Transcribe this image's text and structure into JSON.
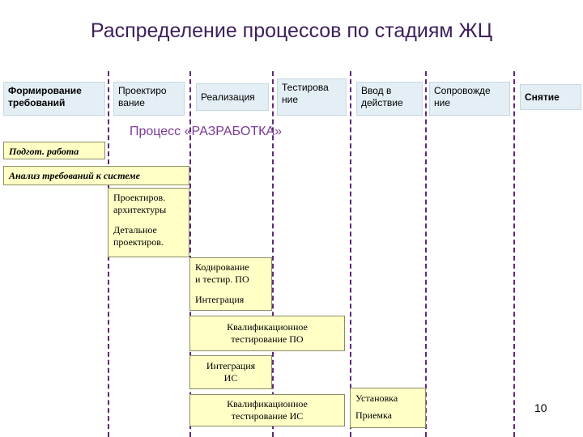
{
  "title": "Распределение процессов по стадиям ЖЦ",
  "stages": [
    {
      "line1": "Формирование",
      "line2": "требований"
    },
    {
      "line1": "Проектиро",
      "line2": "вание"
    },
    {
      "line1": "Реализация",
      "line2": ""
    },
    {
      "line1": "Тестирова",
      "line2": "ние"
    },
    {
      "line1": "Ввод в",
      "line2": "действие"
    },
    {
      "line1": "Сопровожде",
      "line2": "ние"
    },
    {
      "line1": "Снятие",
      "line2": ""
    }
  ],
  "process_label": "Процесс «РАЗРАБОТКА»",
  "tasks": {
    "prep": "Подгот. работа",
    "analysis": "Анализ требований к системе",
    "arch": {
      "line1": "Проектиров.",
      "line2": "архитектуры"
    },
    "detail": {
      "line1": "Детальное",
      "line2": "проектиров."
    },
    "coding": {
      "line1": "Кодирование",
      "line2": "и тестир. ПО"
    },
    "integration": "Интеграция",
    "qual_sw": {
      "line1": "Квалификационное",
      "line2": "тестирование ПО"
    },
    "integ_is": {
      "line1": "Интеграция",
      "line2": "ИС"
    },
    "qual_is": {
      "line1": "Квалификационное",
      "line2": "тестирование ИС"
    },
    "install": "Установка",
    "accept": "Приемка"
  },
  "page_number": "10"
}
